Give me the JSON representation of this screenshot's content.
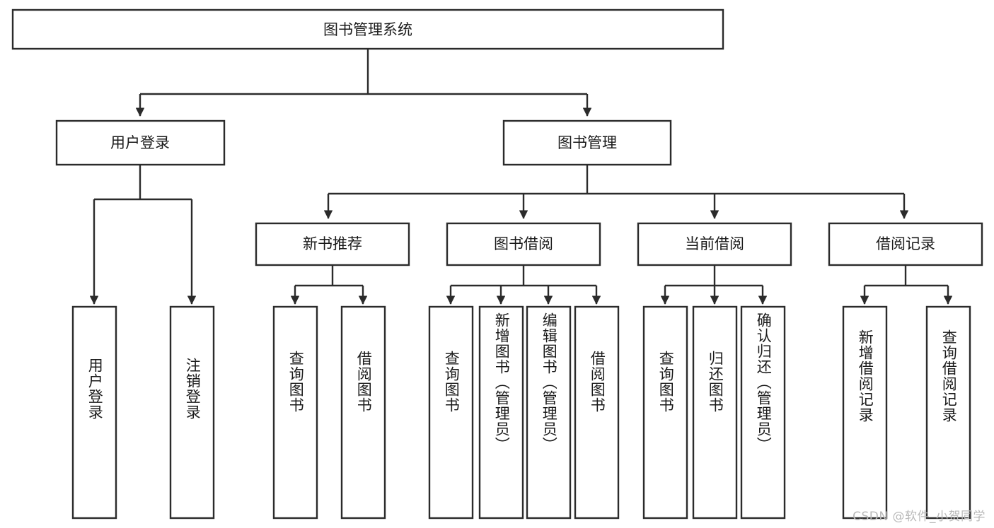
{
  "diagram": {
    "type": "tree",
    "title": "图书管理系统",
    "orientation": "top-down",
    "colors": {
      "box_stroke": "#2b2b2b",
      "box_fill": "#ffffff",
      "line": "#2b2b2b",
      "text": "#1a1a1a",
      "background": "#ffffff",
      "watermark": "#b9b9b9"
    },
    "root": {
      "label": "图书管理系统"
    },
    "level2": [
      {
        "label": "用户登录"
      },
      {
        "label": "图书管理"
      }
    ],
    "level3": [
      {
        "label": "新书推荐"
      },
      {
        "label": "图书借阅"
      },
      {
        "label": "当前借阅"
      },
      {
        "label": "借阅记录"
      }
    ],
    "leaves": [
      {
        "label": "用户登录",
        "parent": "用户登录"
      },
      {
        "label": "注销登录",
        "parent": "用户登录"
      },
      {
        "label": "查询图书",
        "parent": "新书推荐"
      },
      {
        "label": "借阅图书",
        "parent": "新书推荐"
      },
      {
        "label": "查询图书",
        "parent": "图书借阅"
      },
      {
        "label": "新增图书（管理员）",
        "parent": "图书借阅"
      },
      {
        "label": "编辑图书（管理员）",
        "parent": "图书借阅"
      },
      {
        "label": "借阅图书",
        "parent": "图书借阅"
      },
      {
        "label": "查询图书",
        "parent": "当前借阅"
      },
      {
        "label": "归还图书",
        "parent": "当前借阅"
      },
      {
        "label": "确认归还（管理员）",
        "parent": "当前借阅"
      },
      {
        "label": "新增借阅记录",
        "parent": "借阅记录"
      },
      {
        "label": "查询借阅记录",
        "parent": "借阅记录"
      }
    ]
  },
  "watermark": {
    "text": "CSDN @软件_小贺同学"
  }
}
